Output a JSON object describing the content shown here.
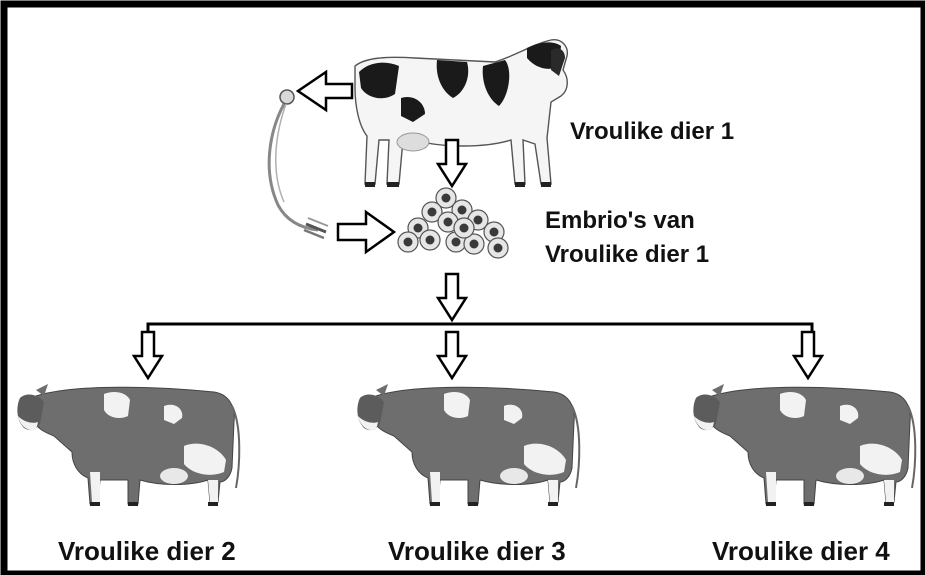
{
  "labels": {
    "donor": "Vroulike dier 1",
    "embryo_line1": "Embrio's van",
    "embryo_line2": "Vroulike dier 1",
    "recipient_2": "Vroulike dier 2",
    "recipient_3": "Vroulike dier 3",
    "recipient_4": "Vroulike dier 4"
  },
  "colors": {
    "border": "#000000",
    "donor_spots": "#1a1a1a",
    "recipient_body": "#6e6e6e",
    "recipient_patch": "#f2f2f2",
    "arrow_fill": "#ffffff",
    "arrow_stroke": "#000000"
  },
  "icons": {
    "donor": "holstein-cow-icon",
    "catheter": "flushing-catheter-icon",
    "embryos": "embryo-cluster-icon",
    "recipient": "holstein-cow-icon"
  }
}
